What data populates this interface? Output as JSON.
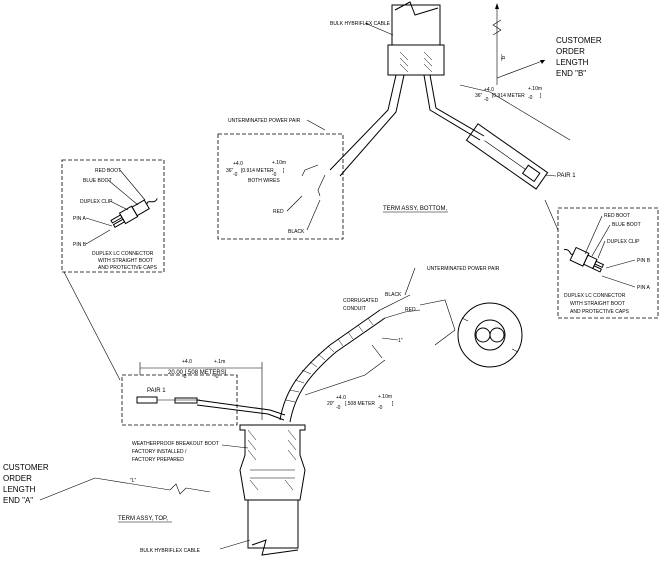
{
  "bottom": {
    "bulk_cable": "BULK HYBRIFLEX CABLE",
    "unterminated_pair": "UNTERMINATED POWER PAIR",
    "length_main": "36\"",
    "tol_plus": "+4.0",
    "tol_minus": "-0",
    "meter_main": "[0.914 METER",
    "meter_tol_plus": "+.10m",
    "meter_tol_minus": "-0",
    "meter_close": "]",
    "pair_len": "36\"",
    "pair_tol_plus": "+4.0",
    "pair_tol_minus": "-0",
    "pair_meter": "[0.914 METER",
    "pair_meter_tol_plus": "+.10m",
    "pair_meter_tol_minus": "-0",
    "pair_meter_close": "]",
    "both_wires": "BOTH WIRES",
    "red": "RED",
    "black": "BLACK",
    "title": "TERM ASSY, BOTTOM,",
    "pair1": "PAIR 1",
    "end_b": [
      "CUSTOMER",
      "ORDER",
      "LENGTH",
      "END \"B\""
    ],
    "dim_b": "\"B\""
  },
  "top": {
    "title": "TERM ASSY, TOP,",
    "bulk_cable": "BULK HYBRIFLEX CABLE",
    "unterminated_pair": "UNTERMINATED POWER PAIR",
    "black": "BLACK",
    "red": "RED",
    "conduit": [
      "CORRUGATED",
      "CONDUIT"
    ],
    "one_inch": "1\"",
    "dim_main": "20.00 [.508 METERS]",
    "dim_tol_plus": "+4.0",
    "dim_tol_minus": "-0",
    "dim_meter_tol_plus": "+.1m",
    "dim_meter_tol_minus": "-0",
    "pair_len": "20\"",
    "pair_tol_plus": "+4.0",
    "pair_tol_minus": "-0",
    "pair_meter": "[.508 METER",
    "pair_meter_tol_plus": "+.10m",
    "pair_meter_tol_minus": "-0",
    "pair_meter_close": "]",
    "pair1": "PAIR 1",
    "boot": [
      "WEATHERPROOF BREAKOUT BOOT",
      "FACTORY INSTALLED /",
      "FACTORY PREPARED"
    ],
    "dim_l": "\"L\"",
    "end_a": [
      "CUSTOMER",
      "ORDER",
      "LENGTH",
      "END \"A\""
    ]
  },
  "connector_left": {
    "red_boot": "RED BOOT",
    "blue_boot": "BLUE BOOT",
    "duplex_clip": "DUPLEX CLIP",
    "pin_a": "PIN A",
    "pin_b": "PIN B",
    "caption": [
      "DUPLEX LC CONNECTOR",
      "WITH STRAIGHT BOOT",
      "AND PROTECTIVE CAPS"
    ]
  },
  "connector_right": {
    "red_boot": "RED BOOT",
    "blue_boot": "BLUE BOOT",
    "duplex_clip": "DUPLEX CLIP",
    "pin_b": "PIN B",
    "pin_a": "PIN A",
    "caption": [
      "DUPLEX LC CONNECTOR",
      "WITH STRAIGHT BOOT",
      "AND PROTECTIVE CAPS"
    ]
  }
}
